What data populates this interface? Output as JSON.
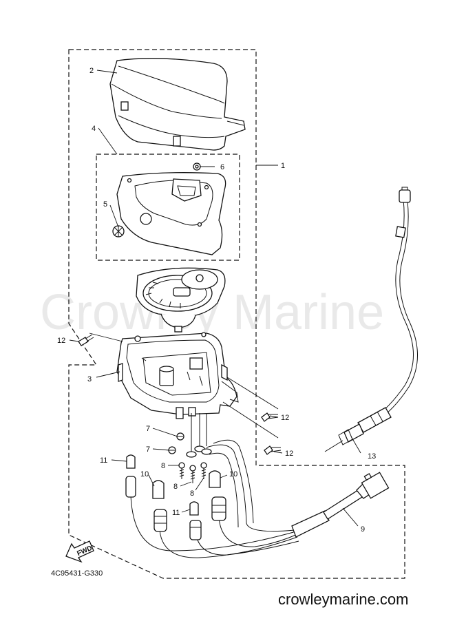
{
  "diagram": {
    "watermark": "Crowley Marine",
    "site": "crowleymarine.com",
    "drawing_code": "4C95431-G330",
    "fwd_label": "FWD",
    "callouts": {
      "c1": "1",
      "c2": "2",
      "c3": "3",
      "c4": "4",
      "c5": "5",
      "c6": "6",
      "c7a": "7",
      "c7b": "7",
      "c8a": "8",
      "c8b": "8",
      "c8c": "8",
      "c9": "9",
      "c10a": "10",
      "c10b": "10",
      "c11a": "11",
      "c11b": "11",
      "c12a": "12",
      "c12b": "12",
      "c12c": "12",
      "c13": "13"
    }
  }
}
